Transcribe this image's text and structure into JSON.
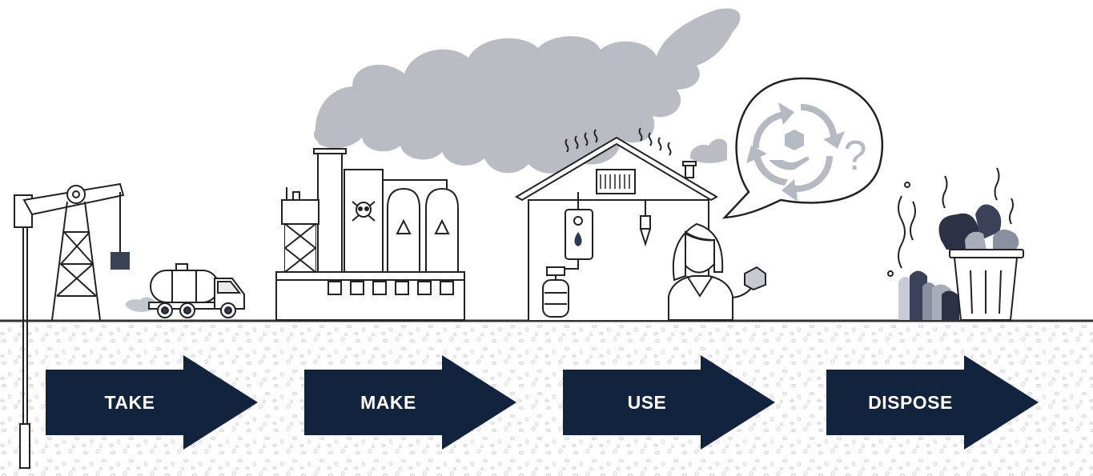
{
  "stages": [
    {
      "key": "take",
      "label": "TAKE",
      "icon": "oil-pumpjack-and-tanker-truck"
    },
    {
      "key": "make",
      "label": "MAKE",
      "icon": "polluting-factory"
    },
    {
      "key": "use",
      "label": "USE",
      "icon": "house-with-consumer"
    },
    {
      "key": "dispose",
      "label": "DISPOSE",
      "icon": "trash-bin-and-bags"
    }
  ],
  "speech_bubble": {
    "mark": "?",
    "icon": "recycle-cycle-icon"
  },
  "colors": {
    "arrow": "#11233d",
    "smoke": "#b9bcc3",
    "ink": "#222222",
    "ground": "#333333",
    "soil_dots": "#c9c9c9",
    "icon_grey": "#b5b9c1"
  }
}
